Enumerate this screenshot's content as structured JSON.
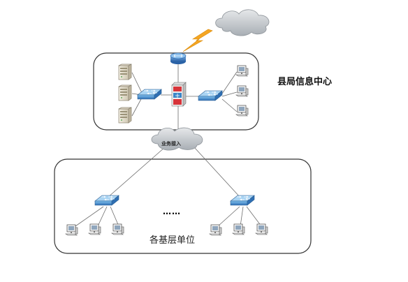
{
  "diagram": {
    "center_label": "县局信息中心",
    "units_label": "各基层单位",
    "ellipsis": "……",
    "access_cloud_label": "业务接入"
  },
  "colors": {
    "zone_border": "#333333",
    "link_line": "#6c6c6c",
    "switch_blue": "#3a86c8",
    "router_blue": "#2f6fb3",
    "lightning": "#f5a623",
    "cloud": "#b9bec4"
  },
  "icons": {
    "internet": "cloud-icon",
    "wan_link": "lightning-icon",
    "router": "router-icon",
    "core_switch": "core-switch-icon",
    "switch": "switch-icon",
    "server": "server-icon",
    "pc": "pc-icon"
  }
}
